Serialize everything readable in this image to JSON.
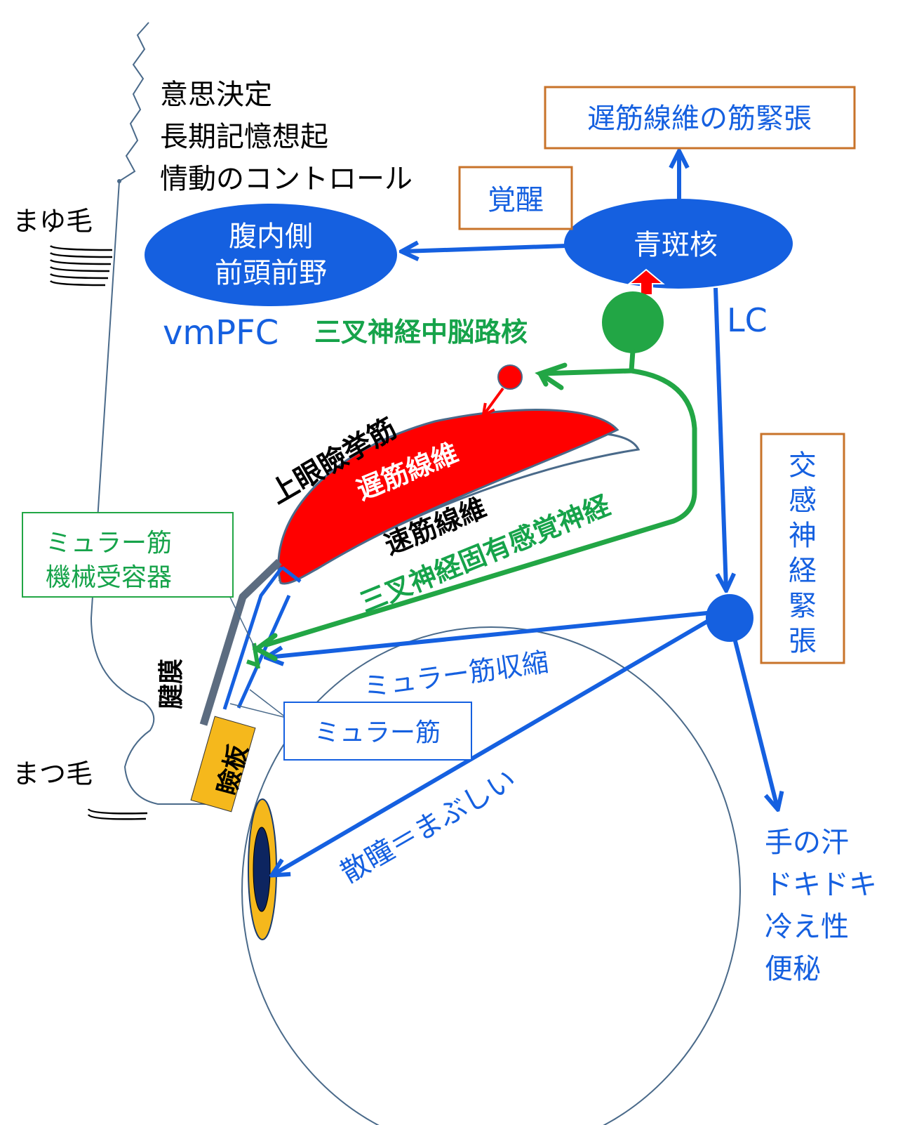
{
  "colors": {
    "blue": "#1560e0",
    "green": "#22a645",
    "red": "#ff0000",
    "orange_box": "#c8732a",
    "tarsus": "#f5b81c",
    "outline": "#4a6a8a"
  },
  "labels": {
    "cortex_1": "意思決定",
    "cortex_2": "長期記憶想起",
    "cortex_3": "情動のコントロール",
    "eyebrow": "まゆ毛",
    "eyelash": "まつ毛",
    "vmpfc_1": "腹内側",
    "vmpfc_2": "前頭前野",
    "vmpfc_abbr": "vmPFC",
    "lc_node": "青斑核",
    "lc_abbr": "LC",
    "arousal": "覚醒",
    "slow_tension": "遅筋線維の筋緊張",
    "mesencephalic_nucleus": "三叉神経中脳路核",
    "levator": "上眼瞼挙筋",
    "slow_fiber": "遅筋線維",
    "fast_fiber": "速筋線維",
    "proprio_nerve": "三叉神経固有感覚神経",
    "muller_receptor_1": "ミュラー筋",
    "muller_receptor_2": "機械受容器",
    "aponeurosis": "腱膜",
    "tarsus": "瞼板",
    "muller_contraction": "ミュラー筋収縮",
    "muller_muscle": "ミュラー筋",
    "mydriasis": "散瞳＝まぶしい",
    "sympathetic": [
      "交",
      "感",
      "神",
      "経",
      "緊",
      "張"
    ],
    "symptom_1": "手の汗",
    "symptom_2": "ドキドキ",
    "symptom_3": "冷え性",
    "symptom_4": "便秘"
  }
}
